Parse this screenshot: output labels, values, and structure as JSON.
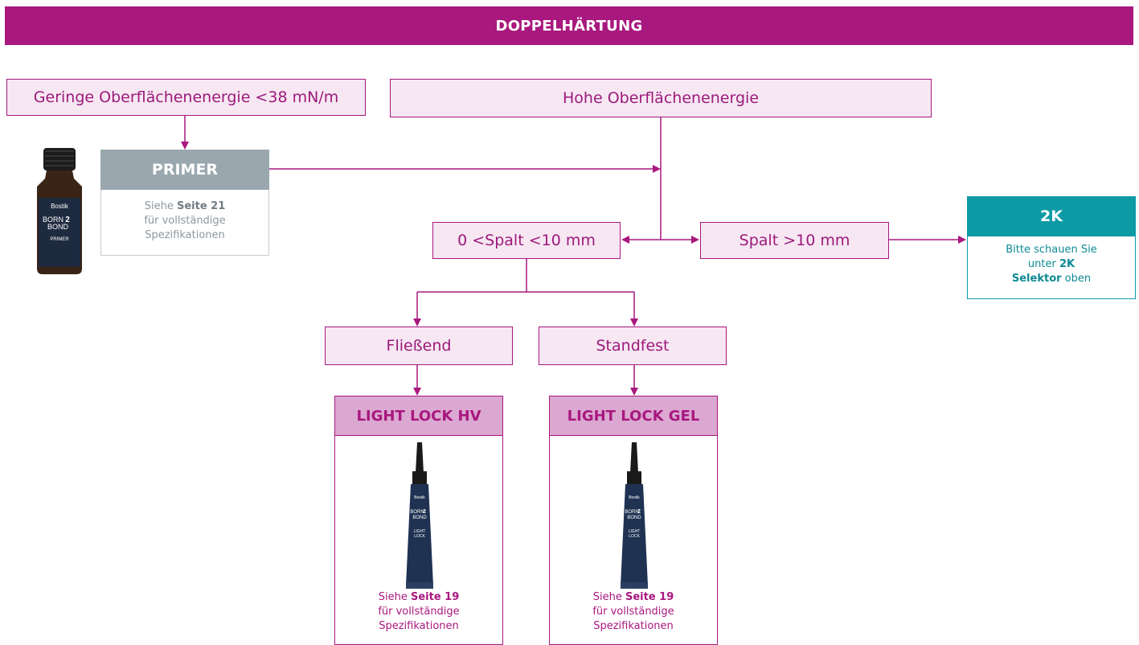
{
  "title": "DOPPELHÄRTUNG",
  "nodes": {
    "low_energy": "Geringe Oberflächenenergie  <38 mN/m",
    "high_energy": "Hohe Oberflächenenergie",
    "gap_small": "0 <Spalt <10 mm",
    "gap_large": "Spalt >10 mm",
    "flowing": "Fließend",
    "thixo": "Standfest"
  },
  "primer": {
    "title": "PRIMER",
    "see": "Siehe",
    "page": "Seite 21",
    "rest1": "für vollständige",
    "rest2": "Spezifikationen",
    "bottle_brand": "Bostik",
    "bottle_logo1": "BORN",
    "bottle_logo2": "2",
    "bottle_logo3": "BOND",
    "bottle_label": "PRIMER"
  },
  "k2": {
    "title": "2K",
    "line1": "Bitte schauen Sie",
    "line2_pre": "unter",
    "line2_bold": "2K",
    "line3_bold": "Selektor",
    "line3_post": "oben"
  },
  "products": [
    {
      "title": "LIGHT LOCK HV",
      "see": "Siehe",
      "page": "Seite 19",
      "rest1": "für vollständige",
      "rest2": "Spezifikationen"
    },
    {
      "title": "LIGHT LOCK GEL",
      "see": "Siehe",
      "page": "Seite 19",
      "rest1": "für vollständige",
      "rest2": "Spezifikationen"
    }
  ],
  "tube_text": {
    "brand": "Bostik",
    "logo1": "BORN",
    "logo2": "2",
    "logo3": "BOND",
    "name1": "LIGHT",
    "name2": "LOCK"
  },
  "colors": {
    "brand": "#a8187e",
    "box_fill": "#f6e7f3",
    "primer": "#9aa7ae",
    "k2": "#0e9aa5",
    "product_head": "#dba8d2"
  }
}
